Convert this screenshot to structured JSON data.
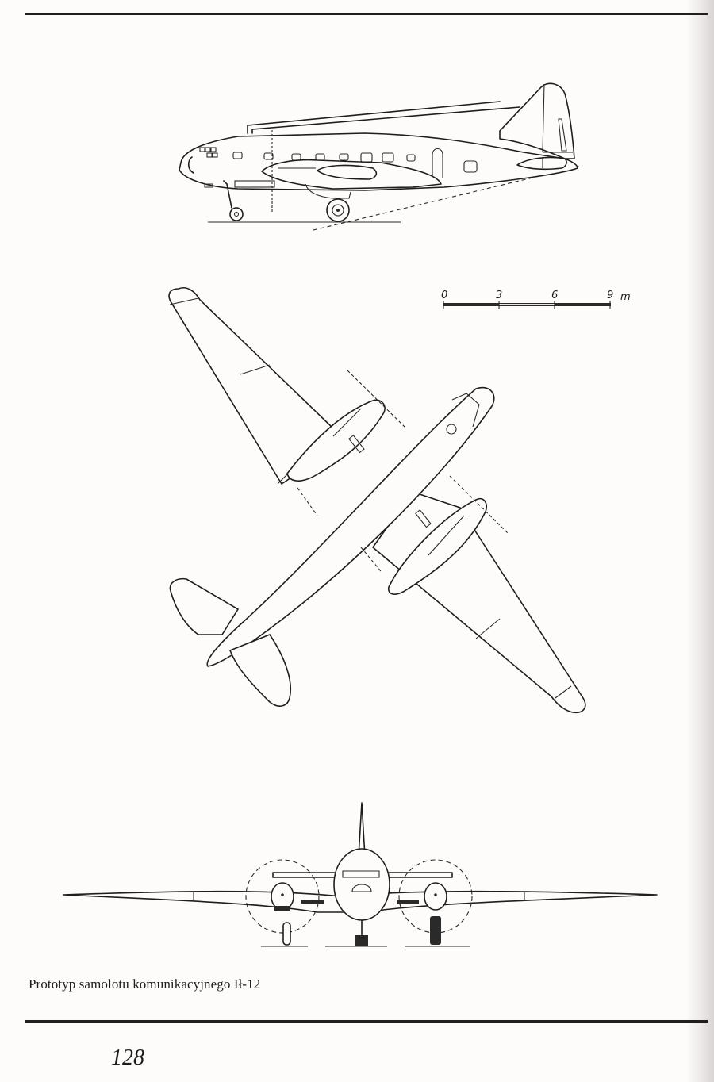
{
  "page": {
    "caption": "Prototyp samolotu komunikacyjnego Ił-12",
    "page_number": "128"
  },
  "scale_bar": {
    "ticks": [
      "0",
      "3",
      "6",
      "9"
    ],
    "unit": "m"
  },
  "drawings": {
    "side_view": "side-elevation",
    "top_view": "plan-view",
    "front_view": "front-elevation"
  },
  "colors": {
    "ink": "#1e1e1e",
    "paper": "#fdfcfb"
  }
}
